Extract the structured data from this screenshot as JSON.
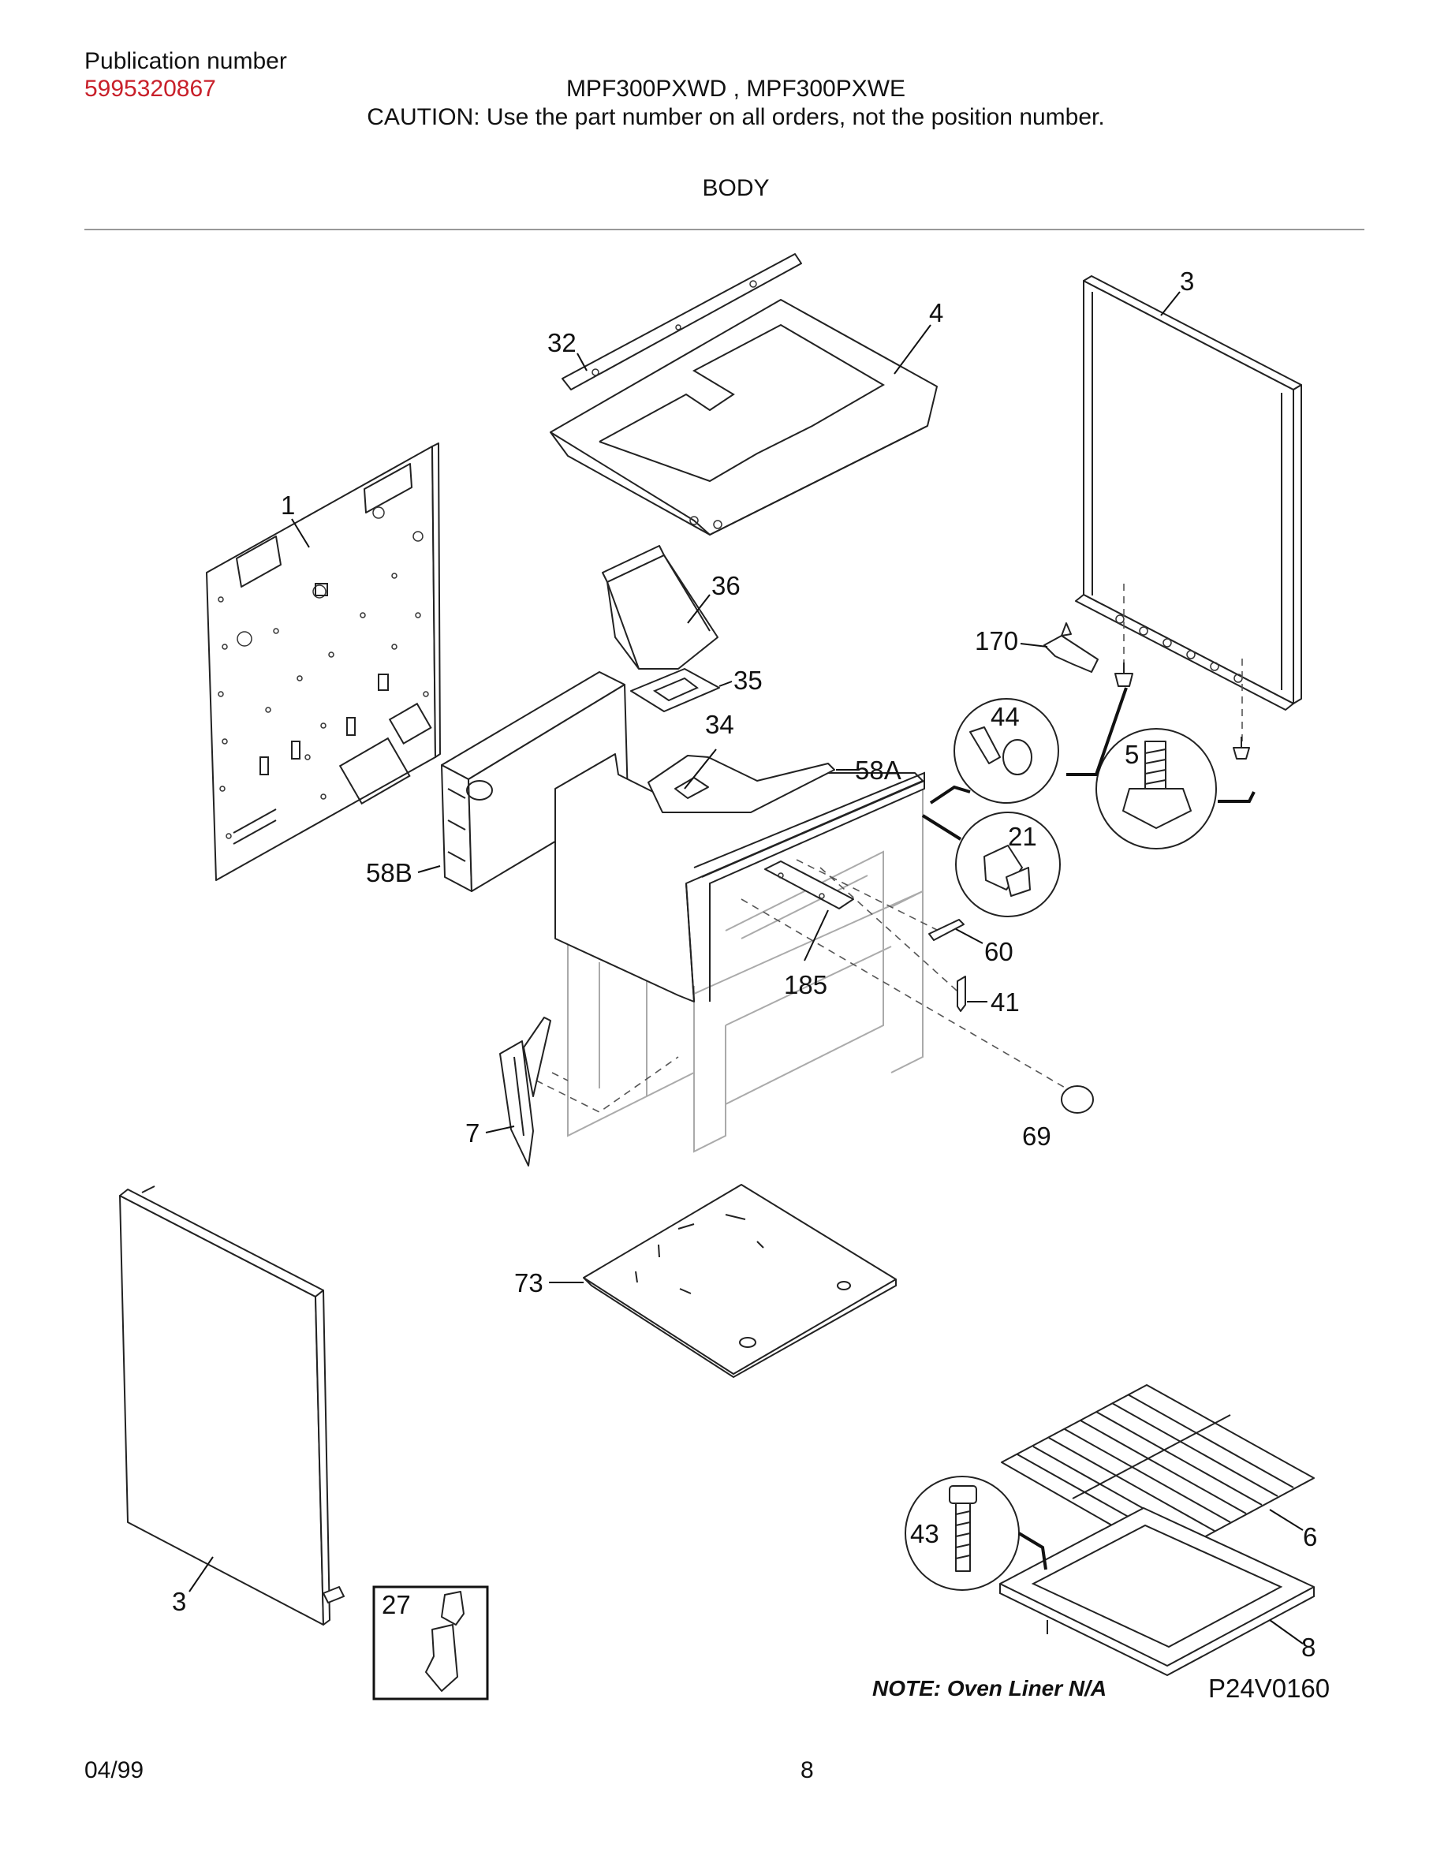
{
  "header": {
    "publication_label": "Publication number",
    "publication_number": "5995320867",
    "models": "MPF300PXWD , MPF300PXWE",
    "caution": "CAUTION:  Use the part number on all orders, not the position number.",
    "section_title": "BODY"
  },
  "callouts": {
    "c32": "32",
    "c4": "4",
    "c3_top": "3",
    "c1": "1",
    "c36": "36",
    "c170": "170",
    "c35": "35",
    "c34": "34",
    "c44": "44",
    "c58a": "58A",
    "c5": "5",
    "c21": "21",
    "c58b": "58B",
    "c60": "60",
    "c185": "185",
    "c41": "41",
    "c7": "7",
    "c69": "69",
    "c73": "73",
    "c43": "43",
    "c6": "6",
    "c3_bottom": "3",
    "c27": "27",
    "c8": "8"
  },
  "note": "NOTE: Oven Liner N/A",
  "drawing_code": "P24V0160",
  "footer": {
    "date": "04/99",
    "page": "8"
  }
}
